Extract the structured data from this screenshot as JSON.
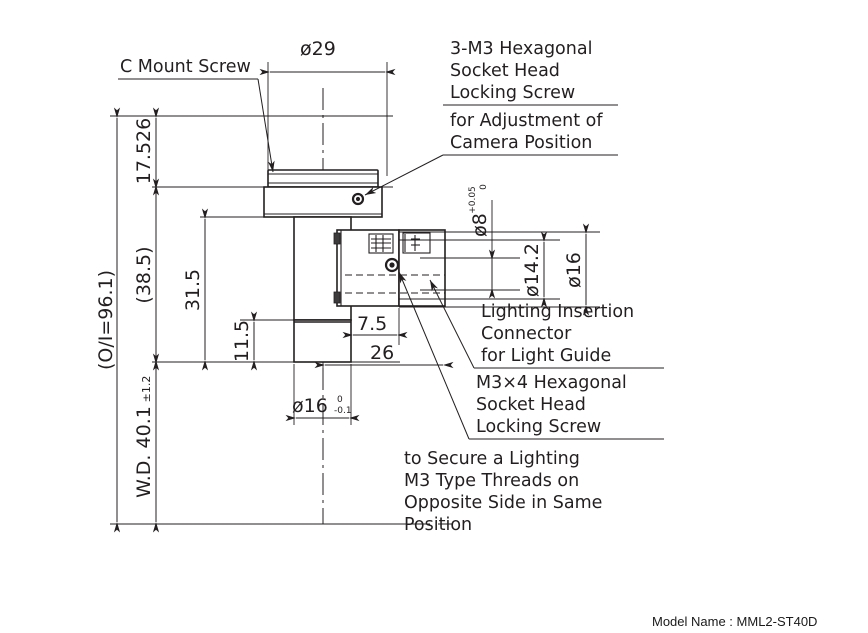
{
  "document": {
    "type": "mechanical-dimension-drawing",
    "model_label": "Model Name : MML2-ST40D"
  },
  "dimensions": {
    "diameter_top": "ø29",
    "height_flange": "17.526",
    "height_body_bracket": "(38.5)",
    "height_barrel": "31.5",
    "height_lower_step": "11.5",
    "offset_connector": "7.5",
    "offset_total": "26",
    "diameter_bottom": "ø16",
    "diameter_bottom_tol_upper": "0",
    "diameter_bottom_tol_lower": "-0.1",
    "overall_length": "(O/I=96.1)",
    "working_distance": "W.D. 40.1",
    "working_distance_tol": "±1.2",
    "diameter_light_guide": "ø8",
    "diameter_light_guide_tol_upper": "+0.05",
    "diameter_light_guide_tol_lower": "0",
    "diameter_14_2": "ø14.2",
    "diameter_16_right": "ø16"
  },
  "annotations": {
    "c_mount_screw": "C Mount Screw",
    "hex_screw_3m3": [
      "3-M3 Hexagonal",
      "Socket Head",
      "Locking Screw"
    ],
    "hex_screw_3m3_purpose": [
      "for Adjustment of",
      "Camera Position"
    ],
    "lighting_connector": [
      "Lighting Insertion",
      "Connector",
      "for Light Guide"
    ],
    "hex_screw_m3x4": [
      "M3×4 Hexagonal",
      "Socket Head",
      "Locking Screw"
    ],
    "secure_lighting_note": [
      "to Secure a Lighting",
      "M3 Type Threads on",
      "Opposite Side in Same",
      "Position"
    ]
  },
  "colors": {
    "line": "#231f20",
    "text": "#231f20",
    "background": "#ffffff"
  }
}
